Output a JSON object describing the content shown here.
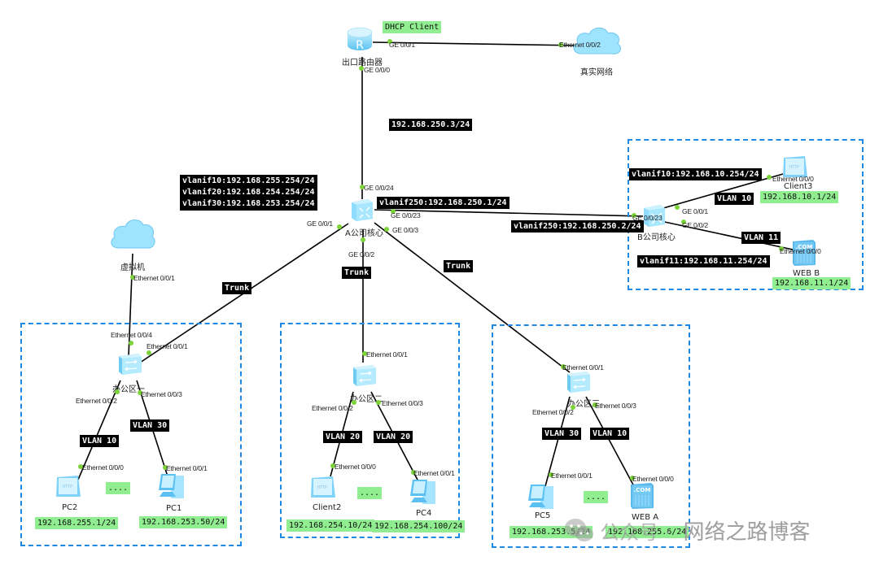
{
  "diagram": {
    "type": "network-topology",
    "colors": {
      "area_border": "#1e88e5",
      "link": "#000000",
      "port_dot": "#7dd33a",
      "ip_tag_bg": "#90ee90",
      "info_tag_bg": "#000000",
      "device_fill": "#9fe0ff"
    },
    "devices": {
      "router": {
        "label": "出口路由器",
        "icon": "router-icon"
      },
      "internet": {
        "label": "真实网络",
        "icon": "cloud-icon"
      },
      "core_a": {
        "label": "A公司核心",
        "icon": "core-switch-icon"
      },
      "core_b": {
        "label": "B公司核心",
        "icon": "core-switch-icon"
      },
      "vm": {
        "label": "虚拟机",
        "icon": "cloud-icon"
      },
      "sw1": {
        "label": "办公区一",
        "icon": "switch-icon"
      },
      "sw2": {
        "label": "办公区二",
        "icon": "switch-icon"
      },
      "sw3": {
        "label": "办公区三",
        "icon": "switch-icon"
      },
      "pc2": {
        "label": "PC2",
        "icon": "client-icon"
      },
      "pc1": {
        "label": "PC1",
        "icon": "pc-icon"
      },
      "client2": {
        "label": "Client2",
        "icon": "client-icon"
      },
      "pc4": {
        "label": "PC4",
        "icon": "pc-icon"
      },
      "pc5": {
        "label": "PC5",
        "icon": "pc-icon"
      },
      "weba": {
        "label": "WEB A",
        "icon": "server-icon"
      },
      "client3": {
        "label": "Client3",
        "icon": "client-icon"
      },
      "webb": {
        "label": "WEB  B",
        "icon": "server-icon"
      }
    },
    "ports": {
      "router_ge001": "GE 0/0/1",
      "router_ge000": "GE 0/0/0",
      "internet_eth002": "Ethernet 0/0/2",
      "corea_ge0024": "GE 0/0/24",
      "corea_ge0023": "GE 0/0/23",
      "corea_ge001": "GE 0/0/1",
      "corea_ge003": "GE 0/0/3",
      "corea_ge002": "GE 0/0/2",
      "coreb_ge0023": "GE 0/0/23",
      "coreb_ge001": "GE 0/0/1",
      "coreb_ge002": "GE 0/0/2",
      "client3_eth000": "Ethernet 0/0/0",
      "webb_eth000": "Ethernet 0/0/0",
      "vm_eth001": "Ethernet 0/0/1",
      "sw1_eth004": "Ethernet 0/0/4",
      "sw1_eth001": "Ethernet 0/0/1",
      "sw1_eth002": "Ethernet 0/0/2",
      "sw1_eth003": "Ethernet 0/0/3",
      "pc2_eth000": "Ethernet 0/0/0",
      "pc1_eth001": "Ethernet 0/0/1",
      "sw2_eth001": "Ethernet 0/0/1",
      "sw2_eth002": "Ethernet 0/0/2",
      "sw2_eth003": "Ethernet 0/0/3",
      "client2_eth000": "Ethernet 0/0/0",
      "pc4_eth001": "Ethernet 0/0/1",
      "sw3_eth001": "Ethernet 0/0/1",
      "sw3_eth002": "Ethernet 0/0/2",
      "sw3_eth003": "Ethernet 0/0/3",
      "pc5_eth001": "Ethernet 0/0/1",
      "weba_eth000": "Ethernet 0/0/0"
    },
    "info_tags": {
      "dhcp": "DHCP Client",
      "uplink_ip": "192.168.250.3/24",
      "corea_vlanifs": [
        "vlanif10:192.168.255.254/24",
        "vlanif20:192.168.254.254/24",
        "vlanif30:192.168.253.254/24"
      ],
      "corea_vlanif250": "vlanif250:192.168.250.1/24",
      "coreb_vlanif250": "vlanif250:192.168.250.2/24",
      "coreb_vlanif10": "vlanif10:192.168.10.254/24",
      "coreb_vlanif11": "vlanif11:192.168.11.254/24",
      "trunk1": "Trunk",
      "trunk2": "Trunk",
      "trunk3": "Trunk",
      "sw1_vlan_left": "VLAN 10",
      "sw1_vlan_right": "VLAN 30",
      "sw2_vlan_left": "VLAN 20",
      "sw2_vlan_right": "VLAN 20",
      "sw3_vlan_left": "VLAN 30",
      "sw3_vlan_right": "VLAN 10",
      "coreb_vlan10": "VLAN 10",
      "coreb_vlan11": "VLAN 11"
    },
    "ip_tags": {
      "pc2": "192.168.255.1/24",
      "pc1": "192.168.253.50/24",
      "client2": "192.168.254.10/24",
      "pc4": "192.168.254.100/24",
      "pc5": "192.168.253.5/24",
      "weba": "192.168.255.6/24",
      "client3": "192.168.10.1/24",
      "webb": "192.168.11.1/24"
    },
    "ellipsis": "....",
    "watermark": {
      "prefix": "公众号 ·",
      "name": "网络之路博客"
    }
  }
}
